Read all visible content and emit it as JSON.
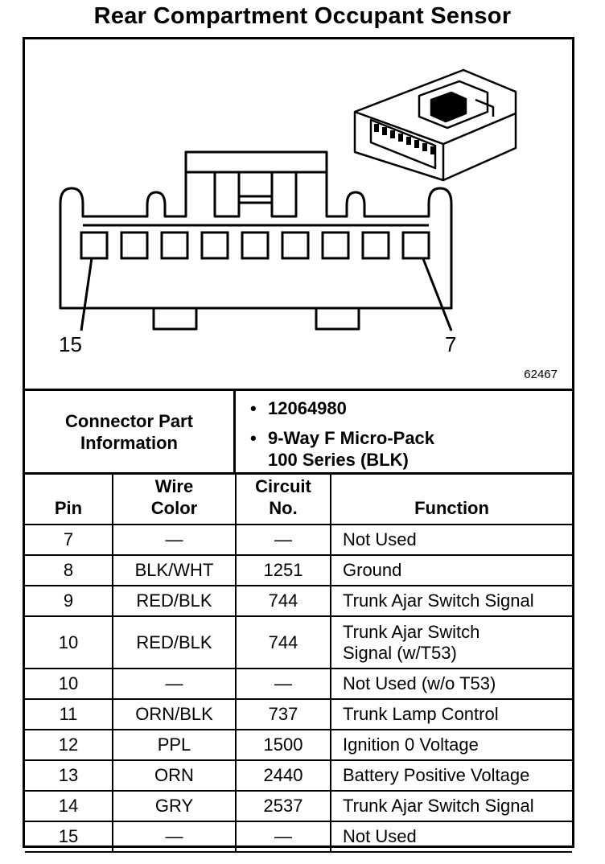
{
  "title": "Rear Compartment Occupant Sensor",
  "figure": {
    "number": "62467",
    "pin_left_label": "15",
    "pin_right_label": "7",
    "cavity_count": 9
  },
  "connector_info": {
    "label_line1": "Connector Part",
    "label_line2": "Information",
    "part_number": "12064980",
    "description_line1": "9-Way F Micro-Pack",
    "description_line2": "100 Series (BLK)"
  },
  "table": {
    "headers": {
      "pin": "Pin",
      "wire_line1": "Wire",
      "wire_line2": "Color",
      "circuit_line1": "Circuit",
      "circuit_line2": "No.",
      "function": "Function"
    },
    "rows": [
      {
        "pin": "7",
        "wire": "—",
        "circuit": "—",
        "function": "Not Used"
      },
      {
        "pin": "8",
        "wire": "BLK/WHT",
        "circuit": "1251",
        "function": "Ground"
      },
      {
        "pin": "9",
        "wire": "RED/BLK",
        "circuit": "744",
        "function": "Trunk Ajar Switch Signal"
      },
      {
        "pin": "10",
        "wire": "RED/BLK",
        "circuit": "744",
        "function": "Trunk Ajar Switch",
        "function_line2": "Signal (w/T53)"
      },
      {
        "pin": "10",
        "wire": "—",
        "circuit": "—",
        "function": "Not Used (w/o T53)"
      },
      {
        "pin": "11",
        "wire": "ORN/BLK",
        "circuit": "737",
        "function": "Trunk Lamp Control"
      },
      {
        "pin": "12",
        "wire": "PPL",
        "circuit": "1500",
        "function": "Ignition 0 Voltage"
      },
      {
        "pin": "13",
        "wire": "ORN",
        "circuit": "2440",
        "function": "Battery Positive Voltage"
      },
      {
        "pin": "14",
        "wire": "GRY",
        "circuit": "2537",
        "function": "Trunk Ajar Switch Signal"
      },
      {
        "pin": "15",
        "wire": "—",
        "circuit": "—",
        "function": "Not Used"
      }
    ]
  }
}
